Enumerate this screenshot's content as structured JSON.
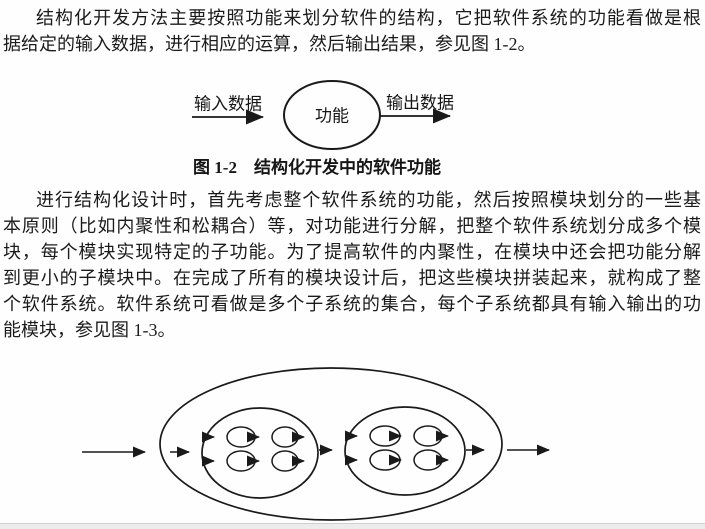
{
  "page": {
    "background": "#fefefe",
    "text_color": "#1b1b1b"
  },
  "paragraph1": {
    "lines": [
      "结构化开发方法主要按照功能来划分软件的结构，它把软件系统的功能看做是根",
      "据给定的输入数据，进行相应的运算，然后输出结果，参见图 1-2。"
    ]
  },
  "figure1_2": {
    "input_label": "输入数据",
    "process_label": "功能",
    "output_label": "输出数据",
    "caption": "图 1-2　结构化开发中的软件功能"
  },
  "paragraph2": {
    "lines": [
      "进行结构化设计时，首先考虑整个软件系统的功能，然后按照模块划分的一些基",
      "本原则（比如内聚性和松耦合）等，对功能进行分解，把整个软件系统划分成多个模",
      "块，每个模块实现特定的子功能。为了提高软件的内聚性，在模块中还会把功能分解",
      "到更小的子模块中。在完成了所有的模块设计后，把这些模块拼装起来，就构成了整",
      "个软件系统。软件系统可看做是多个子系统的集合，每个子系统都具有输入输出的功",
      "能模块，参见图 1-3。"
    ]
  },
  "figure1_3": {
    "subsystem_count": 2,
    "modules_per_subsystem": 4,
    "line_color": "#1a1a1a"
  }
}
